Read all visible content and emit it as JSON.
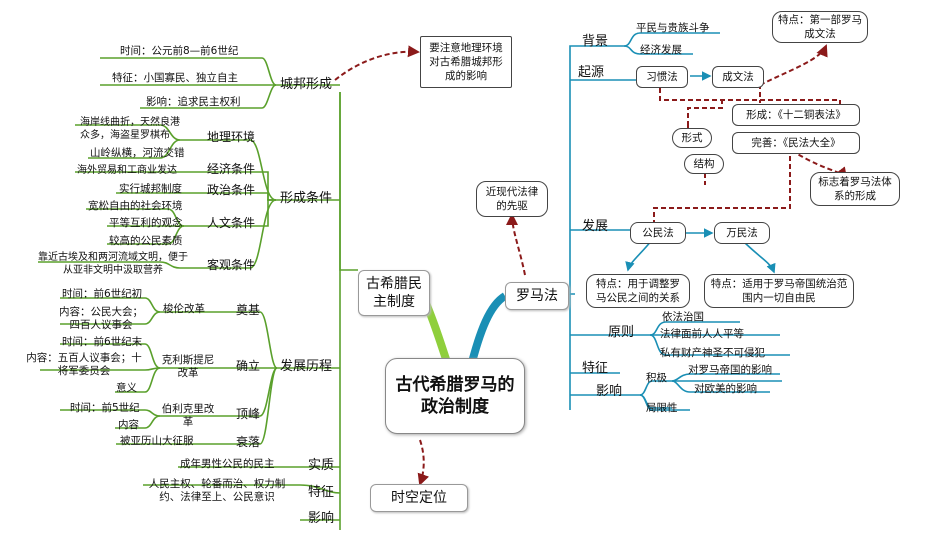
{
  "center": "古代希腊罗马的政治制度",
  "greece": {
    "title": "古希腊民主制度",
    "city_state": {
      "label": "城邦形成",
      "time": "时间：公元前8—前6世纪",
      "feature": "特征：小国寡民、独立自主",
      "influence": "影响：追求民主权利",
      "note": "要注意地理环境对古希腊城邦形成的影响"
    },
    "conditions": {
      "label": "形成条件",
      "geo_label": "地理环境",
      "geo_1": "海岸线曲折，天然良港众多，海盗星罗棋布",
      "geo_2": "山岭纵横，河流交错",
      "econ_label": "经济条件",
      "econ_1": "海外贸易和工商业发达",
      "pol_label": "政治条件",
      "pol_1": "实行城邦制度",
      "hum_label": "人文条件",
      "hum_1": "宽松自由的社会环境",
      "hum_2": "平等互利的观念",
      "hum_3": "较高的公民素质",
      "obj_label": "客观条件",
      "obj_1": "靠近古埃及和两河流域文明，便于从亚非文明中汲取营养"
    },
    "development": {
      "label": "发展历程",
      "found_label": "奠基",
      "found_reform": "梭伦改革",
      "found_time": "时间：前6世纪初",
      "found_content": "内容：公民大会；四百人议事会",
      "est_label": "确立",
      "est_reform": "克利斯提尼改革",
      "est_time": "时间：前6世纪末",
      "est_content": "内容：五百人议事会；十将军委员会",
      "est_extra": "意义",
      "peak_label": "顶峰",
      "peak_reform": "伯利克里改革",
      "peak_time": "时间：前5世纪",
      "peak_content": "内容",
      "decline_label": "衰落",
      "decline_1": "被亚历山大征服"
    },
    "essence": {
      "label": "实质",
      "text": "成年男性公民的民主"
    },
    "features": {
      "label": "特征",
      "text": "人民主权、轮番而治、权力制约、法律至上、公民意识"
    },
    "impact": {
      "label": "影响"
    }
  },
  "spacetime": "时空定位",
  "rome": {
    "title": "罗马法",
    "modern_note": "近现代法律的先驱",
    "background": {
      "label": "背景",
      "item_1": "平民与贵族斗争",
      "item_2": "经济发展"
    },
    "origin": {
      "label": "起源",
      "custom": "习惯法",
      "written": "成文法",
      "twelve": "形成：《十二铜表法》",
      "first_written": "特点：第一部罗马成文法"
    },
    "development": {
      "label": "发展",
      "form": "形式",
      "structure": "结构",
      "citizen": "公民法",
      "nations": "万民法",
      "code": "完善：《民法大全》",
      "mark": "标志着罗马法体系的形成",
      "citizen_feature": "特点：用于调整罗马公民之间的关系",
      "nations_feature": "特点：适用于罗马帝国统治范围内一切自由民"
    },
    "principles": {
      "label": "原则",
      "p1": "依法治国",
      "p2": "法律面前人人平等",
      "p3": "私有财产神圣不可侵犯"
    },
    "features": {
      "label": "特征"
    },
    "impact": {
      "label": "影响",
      "positive": "积极",
      "pos_1": "对罗马帝国的影响",
      "pos_2": "对欧美的影响",
      "limits": "局限性"
    }
  },
  "colors": {
    "green": "#5aa02c",
    "blue": "#1a8fb5",
    "red": "#8b1a1a",
    "gray": "#555555"
  }
}
